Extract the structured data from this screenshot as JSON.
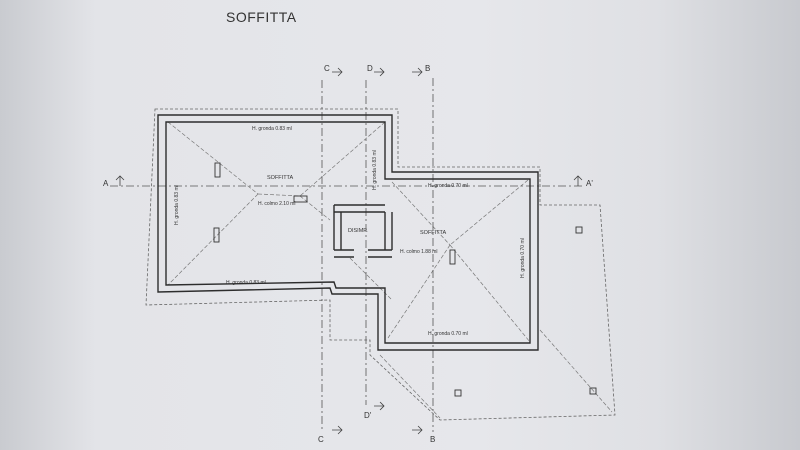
{
  "title": "SOFFITTA",
  "section_marks": {
    "a_left": "A",
    "a_right": "A'",
    "c_top": "C",
    "c_bottom": "C",
    "d_top": "D",
    "d_bottom": "D'",
    "b_top": "B",
    "b_bottom": "B"
  },
  "rooms": {
    "soffitta_left": "SOFFITTA",
    "disimpegno": "DISIMP.",
    "soffitta_right": "SOFFITTA"
  },
  "heights": {
    "gronda_top_left": "H. gronda 0.83 ml",
    "gronda_left_side": "H. gronda 0.83 ml",
    "gronda_bottom_left": "H. gronda 0.83 ml",
    "colmo_left": "H. colmo 2.10 ml",
    "gronda_center_vertical": "H. gronda 0.83 ml",
    "gronda_top_right": "H. gronda 0.70 ml",
    "colmo_right": "H. colmo 1.88 ml",
    "gronda_right_side": "H. gronda 0.70 ml",
    "gronda_bottom_right": "H. gronda 0.70 ml"
  },
  "colors": {
    "ink": "#333333",
    "paper": "#e4e5e9"
  }
}
